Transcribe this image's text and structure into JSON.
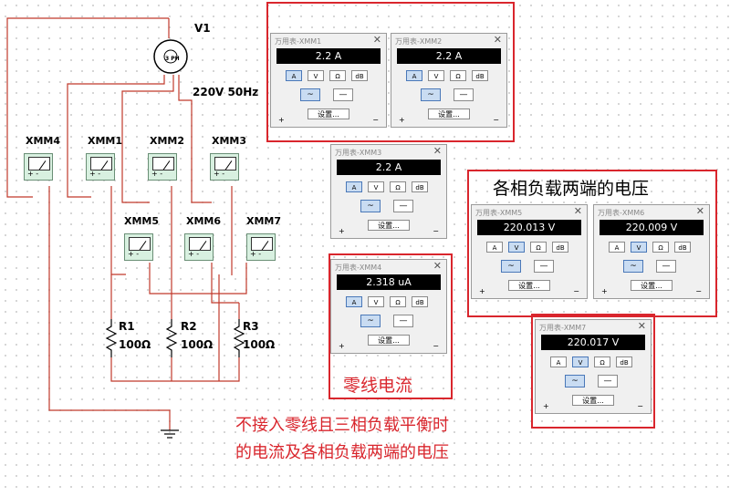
{
  "circuit": {
    "source": {
      "name": "V1",
      "rating": "220V 50Hz",
      "symbol": "3 PH"
    },
    "meters_top": [
      "XMM4",
      "XMM1",
      "XMM2",
      "XMM3"
    ],
    "meters_mid": [
      "XMM5",
      "XMM6",
      "XMM7"
    ],
    "resistors": [
      {
        "name": "R1",
        "value": "100Ω"
      },
      {
        "name": "R2",
        "value": "100Ω"
      },
      {
        "name": "R3",
        "value": "100Ω"
      }
    ],
    "terminal_label": "+ -"
  },
  "panels": {
    "xmm1": {
      "title": "万用表-XMM1",
      "reading": "2.2 A",
      "active": "A",
      "close": "✕"
    },
    "xmm2": {
      "title": "万用表-XMM2",
      "reading": "2.2 A",
      "active": "A",
      "close": "✕"
    },
    "xmm3": {
      "title": "万用表-XMM3",
      "reading": "2.2 A",
      "active": "A",
      "close": "✕"
    },
    "xmm4": {
      "title": "万用表-XMM4",
      "reading": "2.318 uA",
      "active": "A",
      "close": "✕"
    },
    "xmm5": {
      "title": "万用表-XMM5",
      "reading": "220.013 V",
      "active": "V",
      "close": "✕"
    },
    "xmm6": {
      "title": "万用表-XMM6",
      "reading": "220.009 V",
      "active": "V",
      "close": "✕"
    },
    "xmm7": {
      "title": "万用表-XMM7",
      "reading": "220.017 V",
      "active": "V",
      "close": "✕"
    }
  },
  "panel_buttons": {
    "a": "A",
    "v": "V",
    "ohm": "Ω",
    "db": "dB",
    "ac": "~",
    "dc": "—",
    "settings": "设置...",
    "plus": "+",
    "minus": "−"
  },
  "annotations": {
    "voltage_heading": "各相负载两端的电压",
    "neutral_current": "零线电流",
    "caption_line1": "不接入零线且三相负载平衡时",
    "caption_line2": "的电流及各相负载两端的电压"
  },
  "colors": {
    "wire": "#c0392b",
    "highlight": "#d9262d",
    "meter": "#d8f0e0",
    "display": "#000000"
  }
}
